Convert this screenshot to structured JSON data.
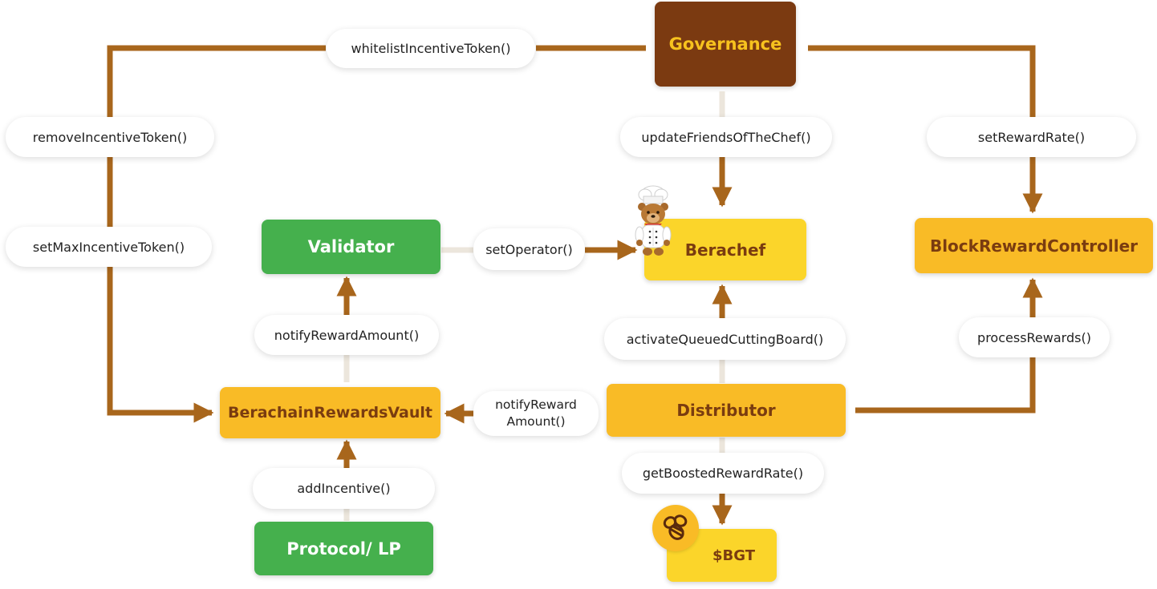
{
  "nodes": {
    "governance": "Governance",
    "validator": "Validator",
    "berachef": "Berachef",
    "block_reward_controller": "BlockRewardController",
    "berachain_rewards_vault": "BerachainRewardsVault",
    "distributor": "Distributor",
    "protocol_lp": "Protocol/ LP",
    "bgt": "$BGT"
  },
  "edges": {
    "whitelist_incentive_token": "whitelistIncentiveToken()",
    "remove_incentive_token": "removeIncentiveToken()",
    "set_max_incentive_token": "setMaxIncentiveToken()",
    "update_friends_of_the_chef": "updateFriendsOfTheChef()",
    "set_reward_rate": "setRewardRate()",
    "set_operator": "setOperator()",
    "notify_reward_amount": "notifyRewardAmount()",
    "activate_queued_cutting_board": "activateQueuedCuttingBoard()",
    "process_rewards": "processRewards()",
    "notify_reward_amount_split": "notifyReward\nAmount()",
    "get_boosted_reward_rate": "getBoostedRewardRate()",
    "add_incentive": "addIncentive()"
  },
  "colors": {
    "arrow": "#a8661c",
    "arrow_faded": "#ece6dc",
    "governance_fill": "#7b3a11",
    "governance_text": "#f7c21e",
    "green_fill": "#45b04d",
    "yellow_fill": "#fbd52a",
    "orange_fill": "#f9bb26",
    "dark_text": "#7a3c10"
  },
  "icons": {
    "berachef": "chef-bear-mascot-icon",
    "bgt": "bee-token-icon"
  }
}
